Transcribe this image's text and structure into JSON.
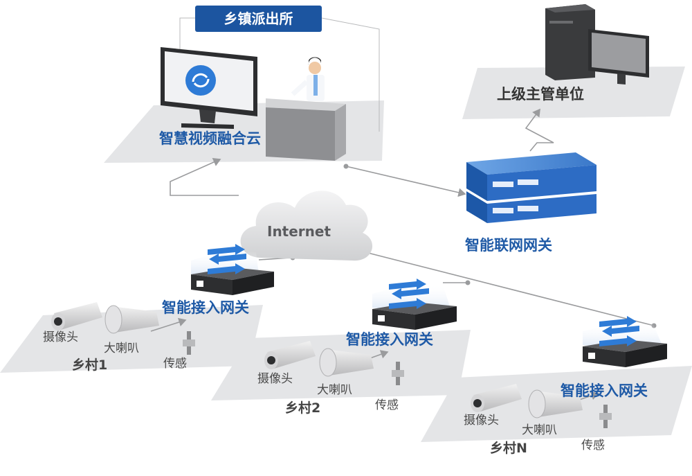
{
  "police_station": {
    "title": "乡镇派出所",
    "cloud_platform": "智慧视频融合云"
  },
  "upper_unit": {
    "label": "上级主管单位"
  },
  "gateway": {
    "label": "智能联网网关"
  },
  "internet": {
    "label": "Internet"
  },
  "access_gateways": [
    {
      "label": "智能接入网关"
    },
    {
      "label": "智能接入网关"
    },
    {
      "label": "智能接入网关"
    }
  ],
  "villages": [
    {
      "name": "乡村1",
      "camera": "摄像头",
      "speaker": "大喇叭",
      "sensor": "传感"
    },
    {
      "name": "乡村2",
      "camera": "摄像头",
      "speaker": "大喇叭",
      "sensor": "传感"
    },
    {
      "name": "乡村N",
      "camera": "摄像头",
      "speaker": "大喇叭",
      "sensor": "传感"
    }
  ],
  "colors": {
    "accent": "#1c55a0",
    "platform": "#e3e4e6",
    "device_dark": "#3a3b3d",
    "arrow_blue": "#2e7bd6"
  }
}
